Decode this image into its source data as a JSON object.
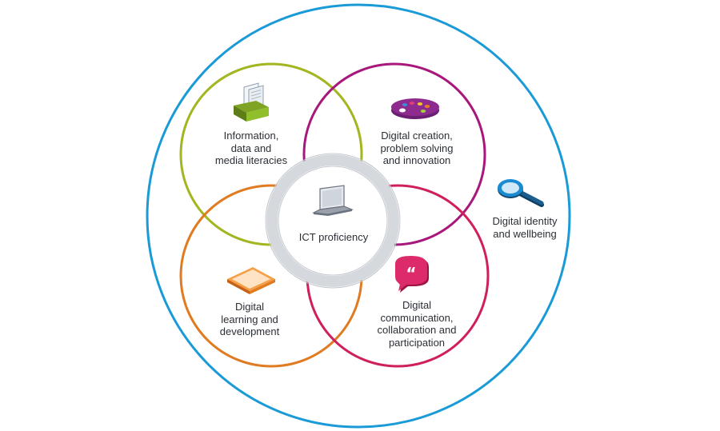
{
  "diagram": {
    "outer_label": {
      "lines": [
        "Digital identity",
        "and wellbeing"
      ]
    },
    "center_label": {
      "lines": [
        "ICT proficiency"
      ]
    },
    "domains": [
      {
        "lines": [
          "Information,",
          "data and",
          "media literacies"
        ],
        "icon": "document-tray-icon"
      },
      {
        "lines": [
          "Digital creation,",
          "problem solving",
          "and innovation"
        ],
        "icon": "paint-palette-icon"
      },
      {
        "lines": [
          "Digital",
          "learning and",
          "development"
        ],
        "icon": "tablet-icon"
      },
      {
        "lines": [
          "Digital",
          "communication,",
          "collaboration and",
          "participation"
        ],
        "icon": "speech-bubble-quote-icon"
      }
    ],
    "colors": {
      "outer_ring": "#1a9ad6",
      "information": "#a3b51f",
      "creation": "#a8177b",
      "learning": "#e07b21",
      "communication": "#cf1f5c",
      "center_ring": "#d5d8dd",
      "center_fill": "#ffffff"
    }
  }
}
